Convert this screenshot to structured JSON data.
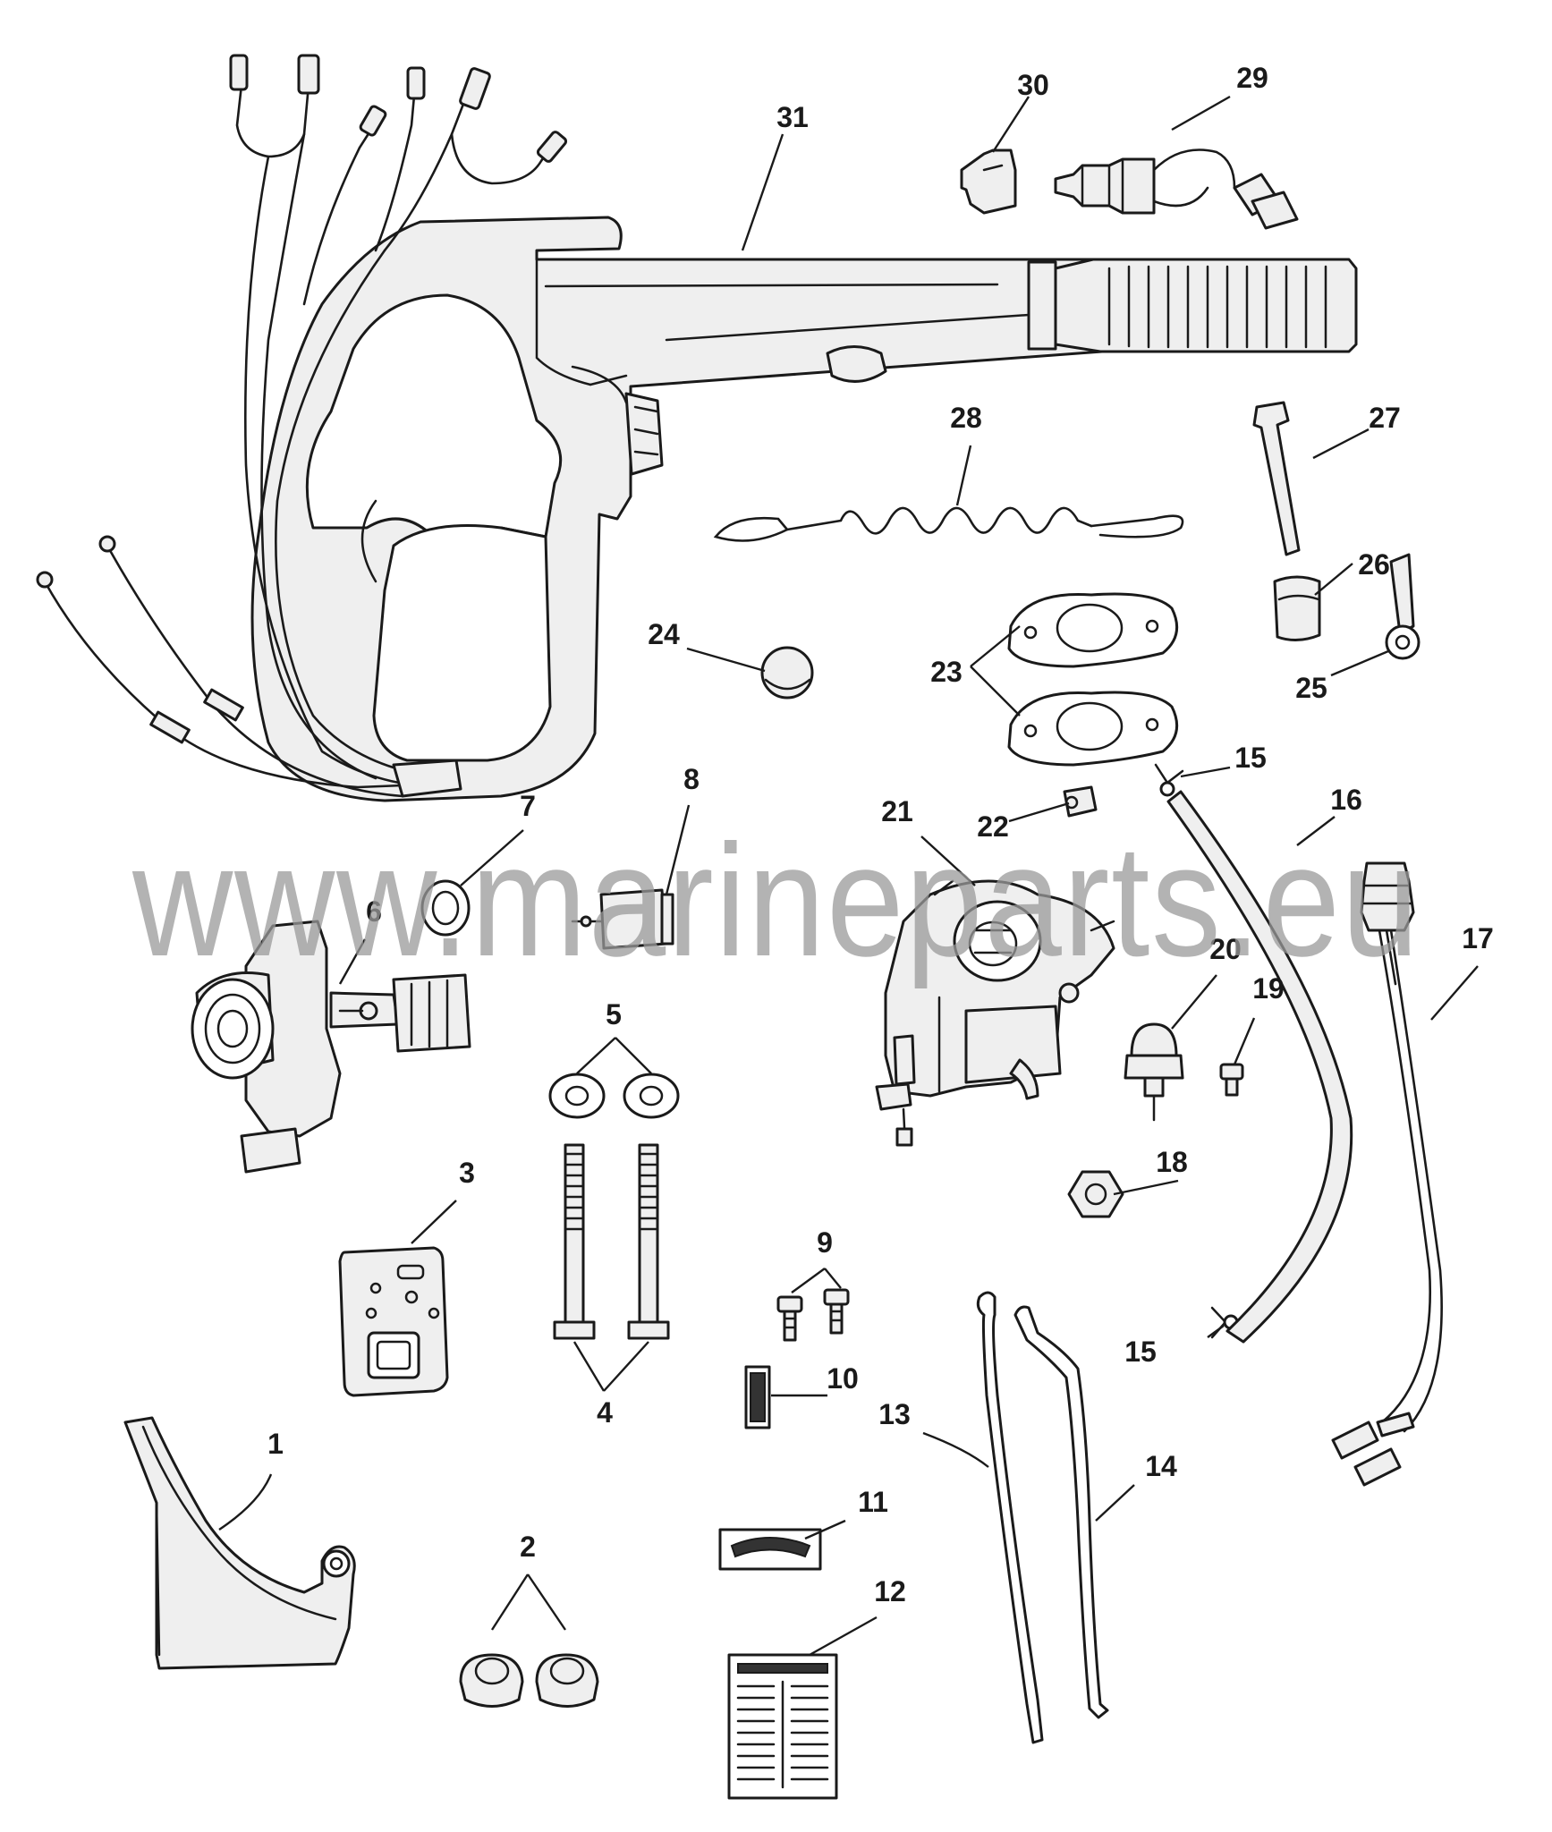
{
  "watermark": "www.marineparts.eu",
  "callouts": {
    "c1": "1",
    "c2": "2",
    "c3": "3",
    "c4": "4",
    "c5": "5",
    "c6": "6",
    "c7": "7",
    "c8": "8",
    "c9": "9",
    "c10": "10",
    "c11": "11",
    "c12": "12",
    "c13": "13",
    "c14": "14",
    "c15a": "15",
    "c15b": "15",
    "c16": "16",
    "c17": "17",
    "c18": "18",
    "c19": "19",
    "c20": "20",
    "c21": "21",
    "c22": "22",
    "c23": "23",
    "c24": "24",
    "c25": "25",
    "c26": "26",
    "c27": "27",
    "c28": "28",
    "c29": "29",
    "c30": "30",
    "c31": "31"
  }
}
